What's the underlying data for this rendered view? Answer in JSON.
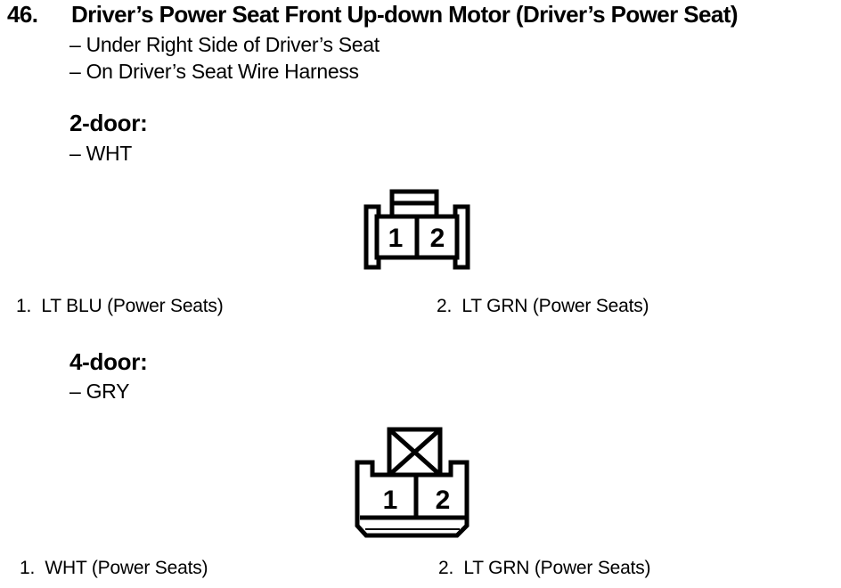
{
  "header": {
    "number": "46.",
    "title": "Driver’s Power Seat Front Up-down Motor (Driver’s Power Seat)",
    "location_lines": [
      "– Under Right Side of Driver’s Seat",
      "– On Driver’s Seat Wire Harness"
    ]
  },
  "sections": [
    {
      "heading": "2-door:",
      "color_line": "– WHT",
      "connector": {
        "icon": "2-pin-connector-plain-latch",
        "pins": [
          "1",
          "2"
        ]
      },
      "pin_labels": [
        "1.  LT BLU (Power Seats)",
        "2.  LT GRN (Power Seats)"
      ]
    },
    {
      "heading": "4-door:",
      "color_line": "– GRY",
      "connector": {
        "icon": "2-pin-connector-crossed-latch",
        "pins": [
          "1",
          "2"
        ]
      },
      "pin_labels": [
        "1.  WHT (Power Seats)",
        "2.  LT GRN (Power Seats)"
      ]
    }
  ],
  "colors": {
    "ink": "#000000",
    "paper": "#ffffff"
  }
}
